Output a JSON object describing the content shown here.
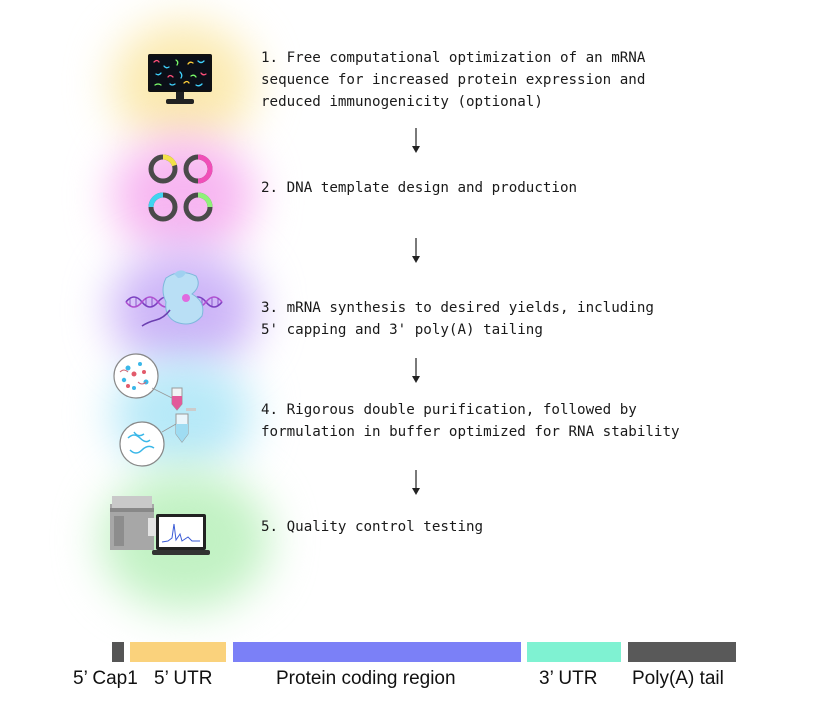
{
  "steps": [
    {
      "text": "1. Free computational optimization of an mRNA\nsequence for increased protein expression and\nreduced immunogenicity (optional)",
      "icon": "monitor-icon",
      "glow": "#f9e7a6"
    },
    {
      "text": "2. DNA template design and production",
      "icon": "plasmid-rings-icon",
      "glow": "#f6b3f0"
    },
    {
      "text": "3. mRNA synthesis to desired yields, including\n5' capping and 3' poly(A) tailing",
      "icon": "polymerase-dna-icon",
      "glow": "#c9b0f7"
    },
    {
      "text": "4. Rigorous double purification, followed by\nformulation in buffer optimized for RNA stability",
      "icon": "purification-tubes-icon",
      "glow": "#aee6f7"
    },
    {
      "text": "5. Quality control testing",
      "icon": "lab-analyzer-laptop-icon",
      "glow": "#b8f0bc"
    }
  ],
  "mrna_bar": [
    {
      "label": "5’ Cap1",
      "color": "#555555"
    },
    {
      "label": "5’ UTR",
      "color": "#fad27c"
    },
    {
      "label": "Protein coding region",
      "color": "#7b80f7"
    },
    {
      "label": "3’ UTR",
      "color": "#7ff2d2"
    },
    {
      "label": "Poly(A) tail",
      "color": "#595959"
    }
  ]
}
